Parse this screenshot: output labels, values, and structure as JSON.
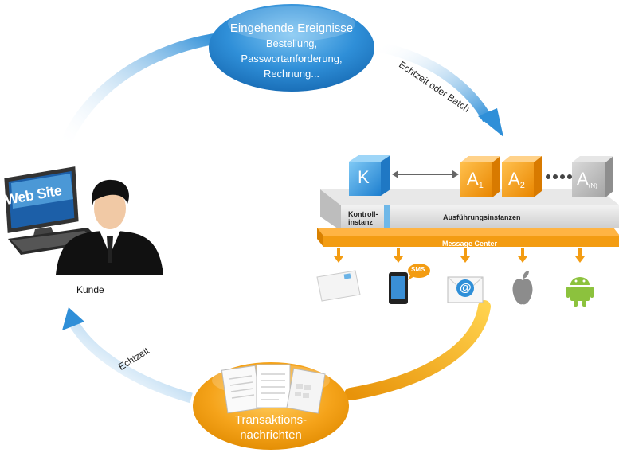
{
  "top_bubble": {
    "title": "Eingehende Ereignisse",
    "line1": "Bestellung,",
    "line2": "Passwortanforderung,",
    "line3": "Rechnung..."
  },
  "arrows": {
    "right": "Echtzeit oder Batch",
    "left": "Echtzeit"
  },
  "customer": {
    "screen_text": "Web Site",
    "label": "Kunde"
  },
  "platform": {
    "control_box": "K",
    "control_label_1": "Kontroll-",
    "control_label_2": "instanz",
    "exec_label": "Ausführungsinstanzen",
    "message_center": "Message Center",
    "instances": [
      {
        "letter": "A",
        "sub": "1"
      },
      {
        "letter": "A",
        "sub": "2"
      },
      {
        "letter": "A",
        "sub": "(N)"
      }
    ]
  },
  "channels": [
    {
      "icon": "letter-icon"
    },
    {
      "icon": "sms-phone-icon",
      "badge": "SMS"
    },
    {
      "icon": "email-icon",
      "symbol": "@"
    },
    {
      "icon": "apple-icon"
    },
    {
      "icon": "android-icon"
    }
  ],
  "bottom_bubble": {
    "line1": "Transaktions-",
    "line2": "nachrichten"
  },
  "colors": {
    "blue": "#2f8fd8",
    "orange": "#f39c12",
    "grey_box": "#b8b8b8"
  }
}
